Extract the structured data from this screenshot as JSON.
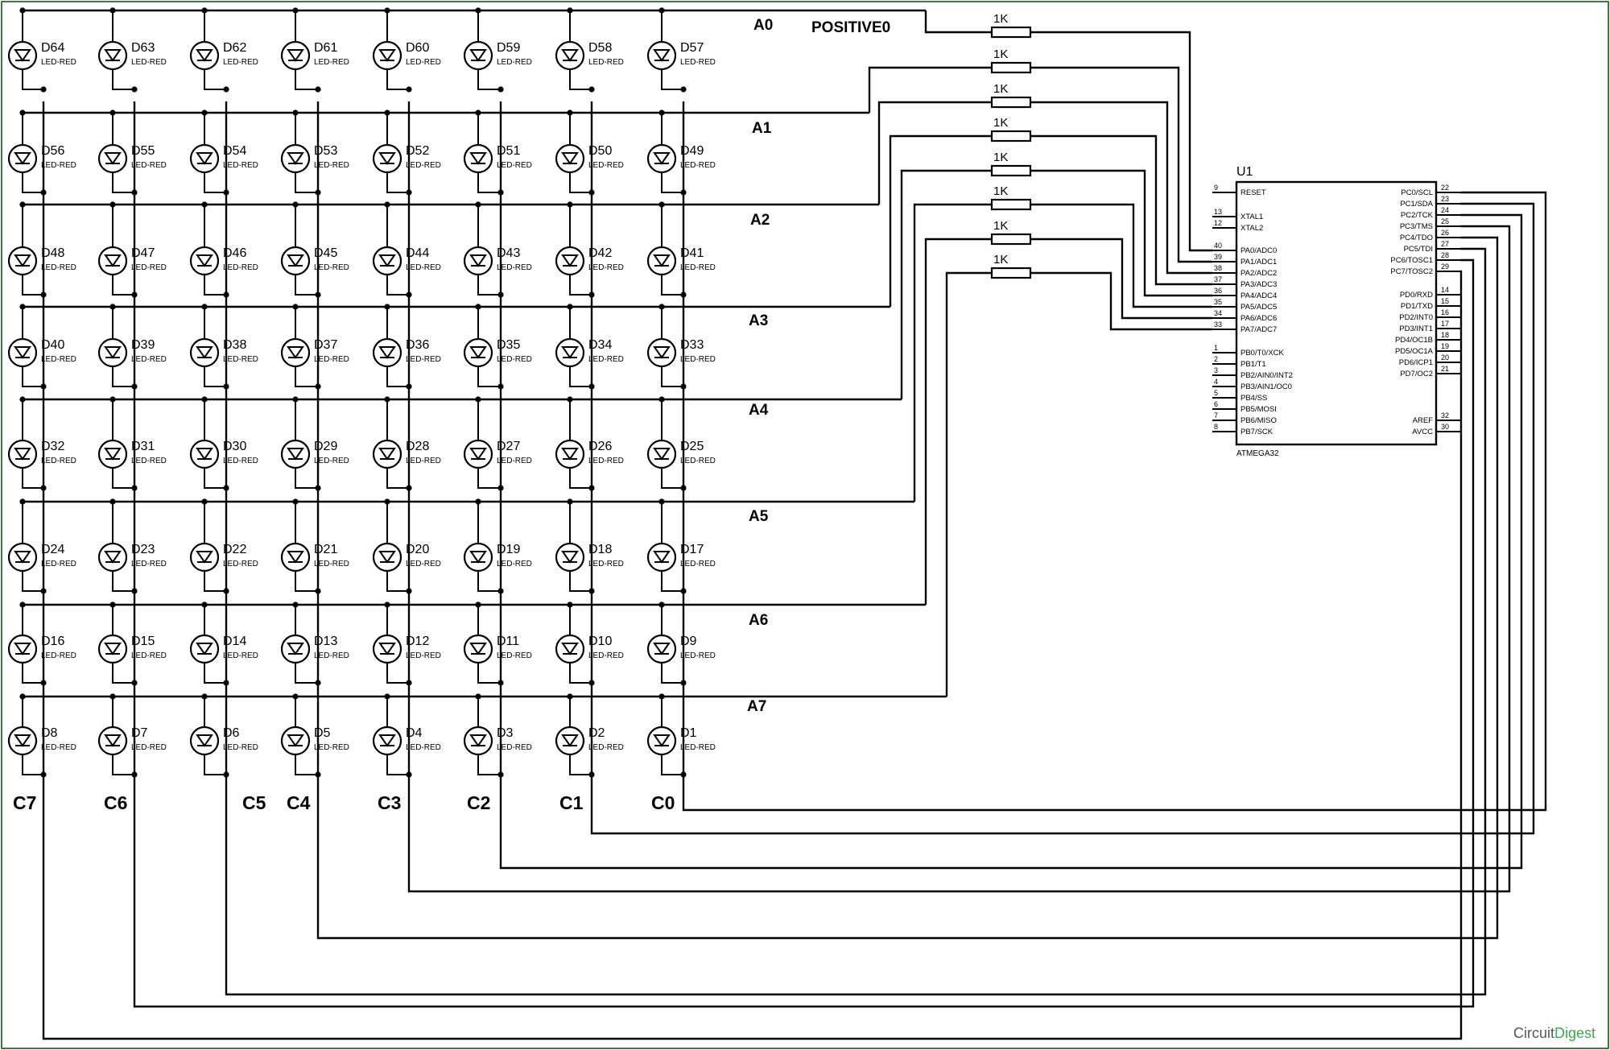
{
  "brand": {
    "name_part1": "Circuit",
    "name_part2": "Digest",
    "accent_color": "#3aa84c"
  },
  "positive_label": "POSITIVE0",
  "row_buses": [
    "A0",
    "A1",
    "A2",
    "A3",
    "A4",
    "A5",
    "A6",
    "A7"
  ],
  "column_buses": [
    "C7",
    "C6",
    "C5",
    "C4",
    "C3",
    "C2",
    "C1",
    "C0"
  ],
  "led_rows": [
    [
      "D64",
      "D63",
      "D62",
      "D61",
      "D60",
      "D59",
      "D58",
      "D57"
    ],
    [
      "D56",
      "D55",
      "D54",
      "D53",
      "D52",
      "D51",
      "D50",
      "D49"
    ],
    [
      "D48",
      "D47",
      "D46",
      "D45",
      "D44",
      "D43",
      "D42",
      "D41"
    ],
    [
      "D40",
      "D39",
      "D38",
      "D37",
      "D36",
      "D35",
      "D34",
      "D33"
    ],
    [
      "D32",
      "D31",
      "D30",
      "D29",
      "D28",
      "D27",
      "D26",
      "D25"
    ],
    [
      "D24",
      "D23",
      "D22",
      "D21",
      "D20",
      "D19",
      "D18",
      "D17"
    ],
    [
      "D16",
      "D15",
      "D14",
      "D13",
      "D12",
      "D11",
      "D10",
      "D9"
    ],
    [
      "D8",
      "D7",
      "D6",
      "D5",
      "D4",
      "D3",
      "D2",
      "D1"
    ]
  ],
  "led_value": "LED-RED",
  "resistors": [
    "1K",
    "1K",
    "1K",
    "1K",
    "1K",
    "1K",
    "1K",
    "1K"
  ],
  "mcu": {
    "reference": "U1",
    "part": "ATMEGA32",
    "left_pins": [
      {
        "num": "9",
        "name": "RESET"
      },
      {
        "num": "13",
        "name": "XTAL1"
      },
      {
        "num": "12",
        "name": "XTAL2"
      },
      {
        "num": "40",
        "name": "PA0/ADC0"
      },
      {
        "num": "39",
        "name": "PA1/ADC1"
      },
      {
        "num": "38",
        "name": "PA2/ADC2"
      },
      {
        "num": "37",
        "name": "PA3/ADC3"
      },
      {
        "num": "36",
        "name": "PA4/ADC4"
      },
      {
        "num": "35",
        "name": "PA5/ADC5"
      },
      {
        "num": "34",
        "name": "PA6/ADC6"
      },
      {
        "num": "33",
        "name": "PA7/ADC7"
      },
      {
        "num": "1",
        "name": "PB0/T0/XCK"
      },
      {
        "num": "2",
        "name": "PB1/T1"
      },
      {
        "num": "3",
        "name": "PB2/AIN0/INT2"
      },
      {
        "num": "4",
        "name": "PB3/AIN1/OC0"
      },
      {
        "num": "5",
        "name": "PB4/SS"
      },
      {
        "num": "6",
        "name": "PB5/MOSI"
      },
      {
        "num": "7",
        "name": "PB6/MISO"
      },
      {
        "num": "8",
        "name": "PB7/SCK"
      }
    ],
    "right_pins": [
      {
        "num": "22",
        "name": "PC0/SCL"
      },
      {
        "num": "23",
        "name": "PC1/SDA"
      },
      {
        "num": "24",
        "name": "PC2/TCK"
      },
      {
        "num": "25",
        "name": "PC3/TMS"
      },
      {
        "num": "26",
        "name": "PC4/TDO"
      },
      {
        "num": "27",
        "name": "PC5/TDI"
      },
      {
        "num": "28",
        "name": "PC6/TOSC1"
      },
      {
        "num": "29",
        "name": "PC7/TOSC2"
      },
      {
        "num": "14",
        "name": "PD0/RXD"
      },
      {
        "num": "15",
        "name": "PD1/TXD"
      },
      {
        "num": "16",
        "name": "PD2/INT0"
      },
      {
        "num": "17",
        "name": "PD3/INT1"
      },
      {
        "num": "18",
        "name": "PD4/OC1B"
      },
      {
        "num": "19",
        "name": "PD5/OC1A"
      },
      {
        "num": "20",
        "name": "PD6/ICP1"
      },
      {
        "num": "21",
        "name": "PD7/OC2"
      },
      {
        "num": "32",
        "name": "AREF"
      },
      {
        "num": "30",
        "name": "AVCC"
      }
    ]
  }
}
